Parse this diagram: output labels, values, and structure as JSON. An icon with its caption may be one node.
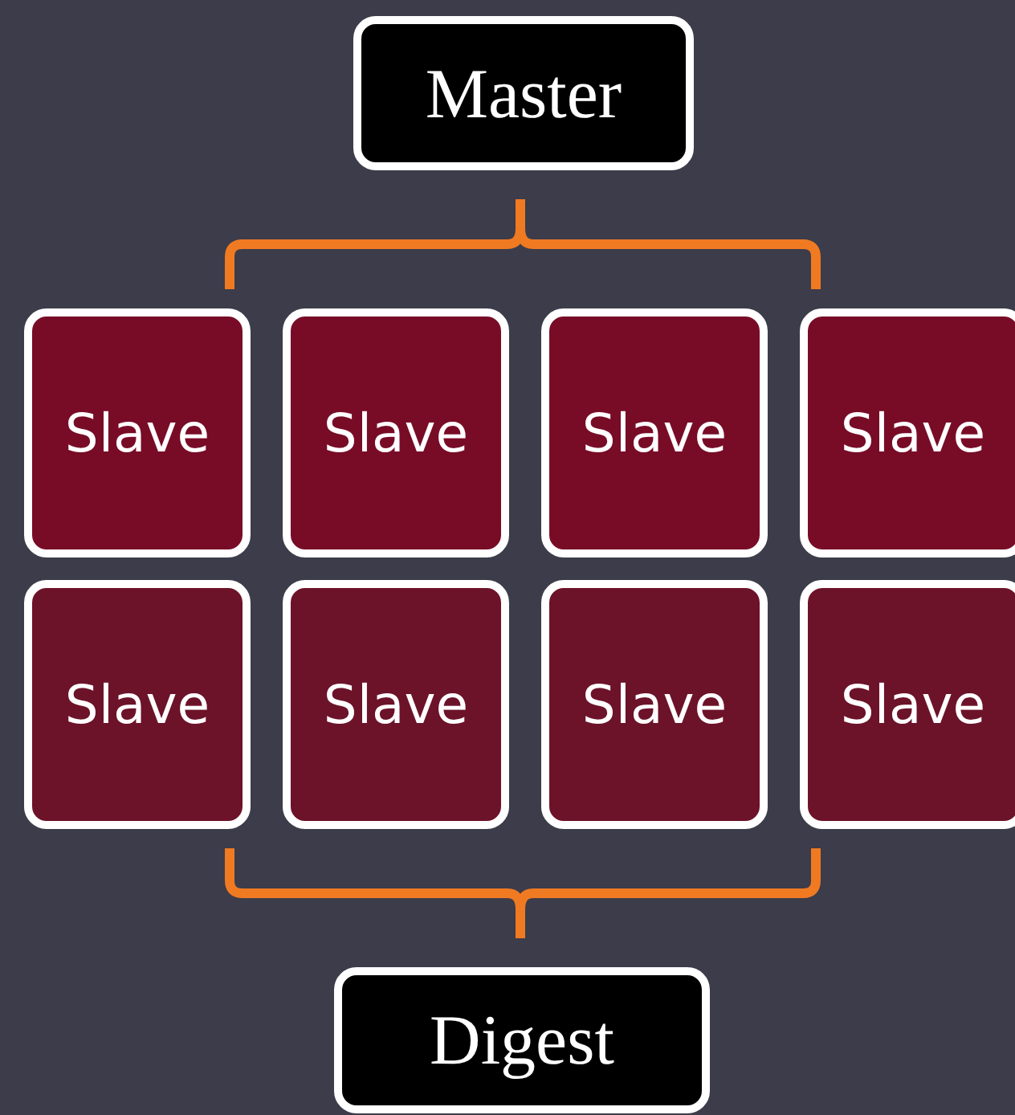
{
  "diagram": {
    "nodes": [
      {
        "text": [
          "Master"
        ]
      },
      {
        "text": [
          "Slave"
        ]
      },
      {
        "text": [
          "Slave"
        ]
      },
      {
        "text": [
          "Slave"
        ]
      },
      {
        "text": [
          "Slave"
        ]
      },
      {
        "text": [
          "Slave"
        ]
      },
      {
        "text": [
          "Slave"
        ]
      },
      {
        "text": [
          "Slave"
        ]
      },
      {
        "text": [
          "Slave"
        ]
      },
      {
        "text": [
          "Digest"
        ]
      }
    ]
  }
}
